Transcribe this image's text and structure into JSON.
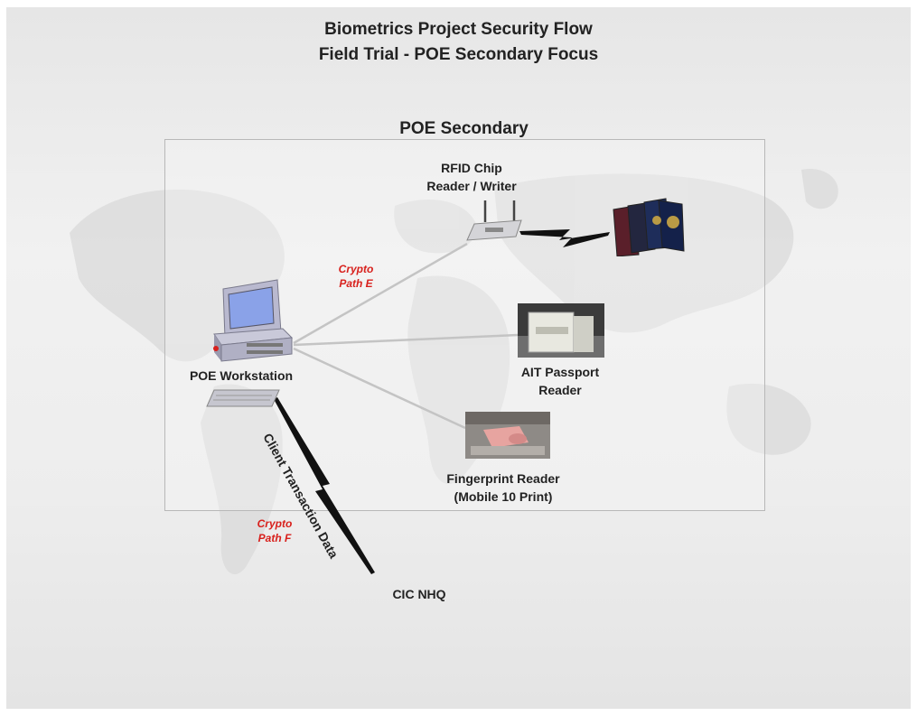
{
  "diagram": {
    "title_line1": "Biometrics Project Security Flow",
    "title_line2": "Field Trial - POE Secondary Focus",
    "zone_title": "POE Secondary",
    "nodes": {
      "workstation": "POE Workstation",
      "rfid_line1": "RFID Chip",
      "rfid_line2": "Reader / Writer",
      "ait_line1": "AIT Passport",
      "ait_line2": "Reader",
      "fingerprint_line1": "Fingerprint Reader",
      "fingerprint_line2": "(Mobile 10 Print)",
      "cic": "CIC NHQ"
    },
    "links": {
      "crypto_e_line1": "Crypto",
      "crypto_e_line2": "Path E",
      "crypto_f_line1": "Crypto",
      "crypto_f_line2": "Path F",
      "client_transaction": "Client Transaction Data"
    },
    "icons": [
      "computer-icon",
      "keyboard-icon",
      "rfid-reader-icon",
      "passports-icon",
      "passport-reader-icon",
      "fingerprint-scanner-icon",
      "lightning-bolt-icon"
    ],
    "colors": {
      "crypto_label": "#d8201c",
      "link_line": "#c4c4c4",
      "zone_border": "#b8b8b8"
    }
  }
}
